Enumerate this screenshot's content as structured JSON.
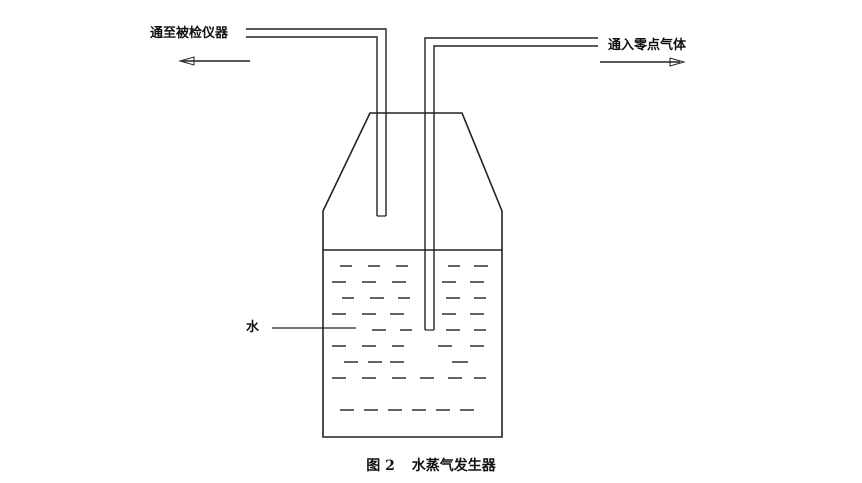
{
  "labels": {
    "outlet": "通至被检仪器",
    "inlet": "通入零点气体",
    "water": "水"
  },
  "caption": {
    "figure_number": "图 2",
    "title": "水蒸气发生器"
  },
  "colors": {
    "line": "#222222",
    "background": "#ffffff"
  }
}
